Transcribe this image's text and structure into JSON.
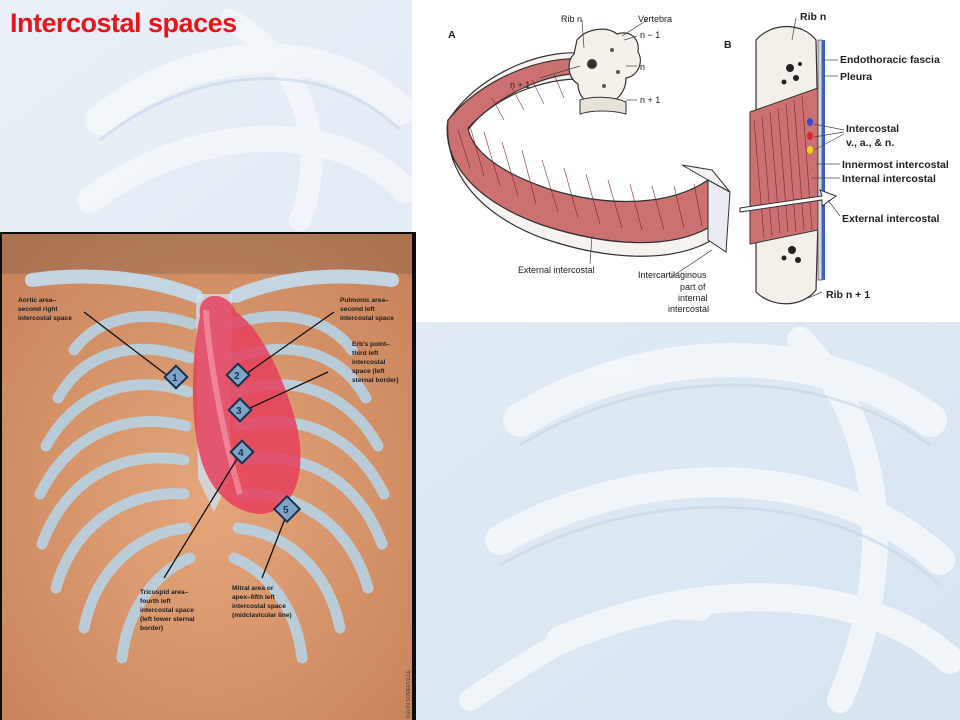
{
  "slide": {
    "title": "Intercostal spaces"
  },
  "diagram_ab": {
    "panel_a_letter": "A",
    "panel_b_letter": "B",
    "a_labels": {
      "rib_n": "Rib n",
      "vertebra": "Vertebra",
      "n_minus_1": "n − 1",
      "n": "n",
      "n_plus_1_right": "n + 1",
      "n_plus_1_left": "n + 1",
      "external_intercostal": "External intercostal",
      "intercartilaginous_1": "Intercartilaginous",
      "intercartilaginous_2": "part of",
      "intercartilaginous_3": "internal",
      "intercartilaginous_4": "intercostal"
    },
    "b_labels": {
      "rib_n": "Rib n",
      "endothoracic_fascia": "Endothoracic fascia",
      "pleura": "Pleura",
      "intercostal_1": "Intercostal",
      "intercostal_2": "v., a., & n.",
      "innermost_intercostal": "Innermost intercostal",
      "internal_intercostal": "Internal intercostal",
      "external_intercostal": "External intercostal",
      "rib_n_plus_1": "Rib n + 1"
    },
    "colors": {
      "muscle": "#c9676a",
      "vein": "#2f4fd0",
      "artery": "#d8262b",
      "nerve": "#e8d21a"
    }
  },
  "chest": {
    "aortic": [
      "Aortic area–",
      "second right",
      "intercostal space"
    ],
    "pulmonic": [
      "Pulmonic area–",
      "second left",
      "intercostal space"
    ],
    "erbs": [
      "Erb's point–",
      "third left",
      "intercostal",
      "space (left",
      "sternal border)"
    ],
    "tricuspid": [
      "Tricuspid area–",
      "fourth left",
      "intercostal space",
      "(left lower sternal",
      "border)"
    ],
    "mitral": [
      "Mitral area or",
      "apex–fifth left",
      "intercostal space",
      "(midclavicular line)"
    ],
    "markers": [
      "1",
      "2",
      "3",
      "4",
      "5"
    ],
    "credit": "KEVIN SOMERVILLE",
    "colors": {
      "skin": "#d99a6e",
      "rib": "#b5d6ea",
      "heart": "#e63a5a"
    }
  }
}
